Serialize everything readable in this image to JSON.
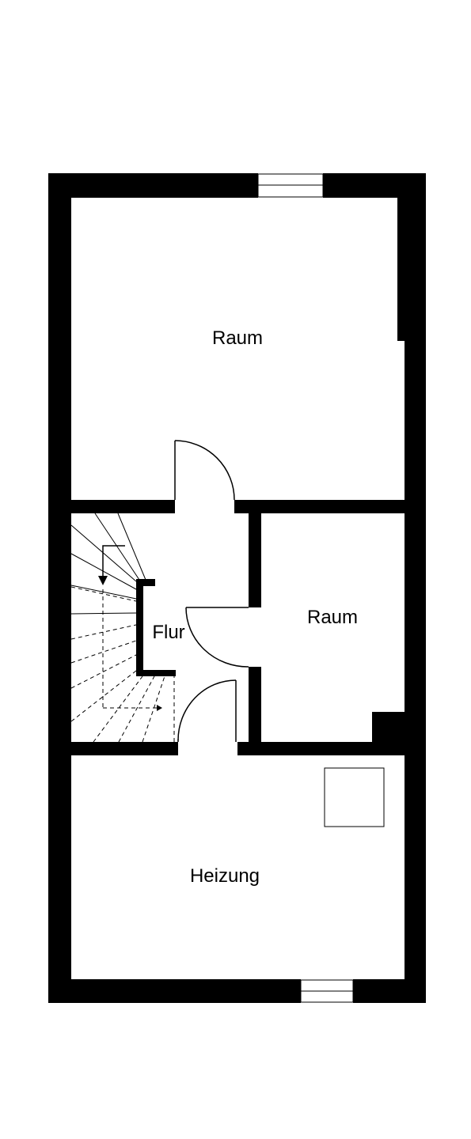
{
  "rooms": {
    "room_top": "Raum",
    "room_right": "Raum",
    "hallway": "Flur",
    "heating": "Heizung"
  },
  "colors": {
    "wall": "#000000",
    "background": "#ffffff"
  }
}
